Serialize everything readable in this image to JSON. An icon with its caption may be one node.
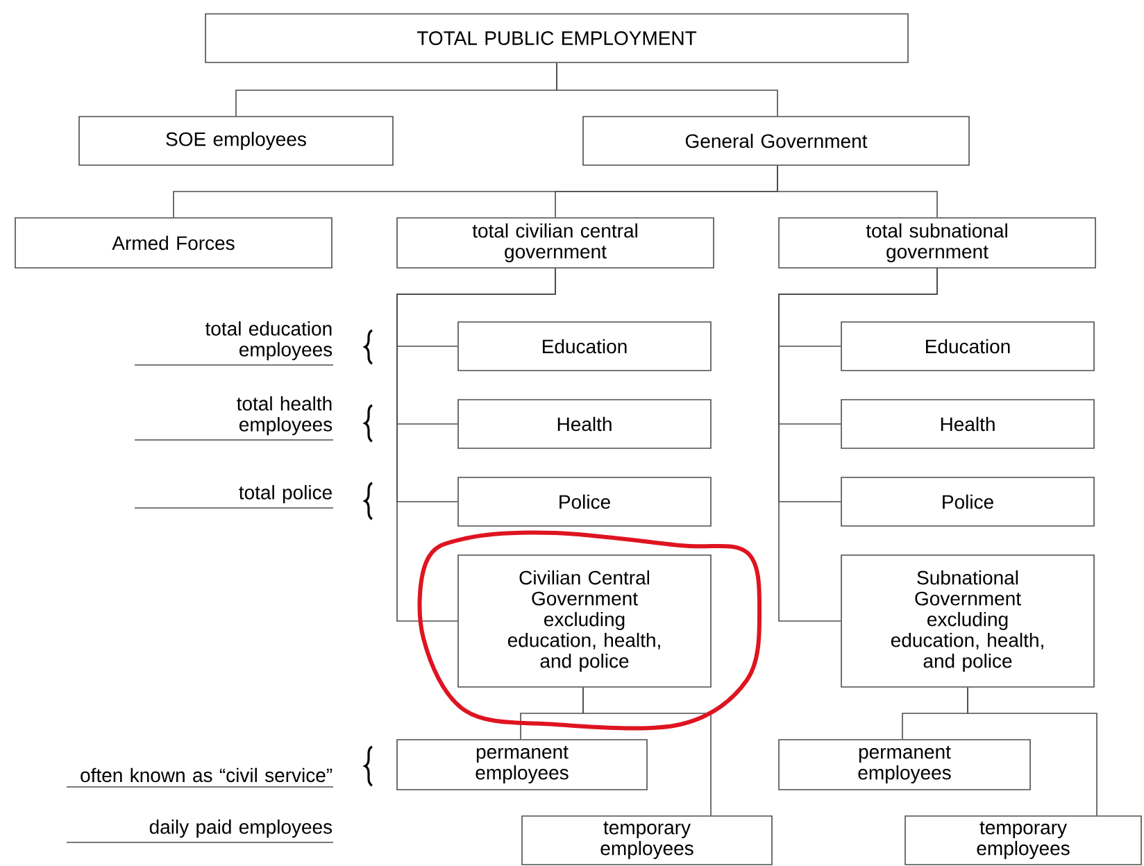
{
  "diagram": {
    "nodes": [
      {
        "text": [
          "TOTAL PUBLIC EMPLOYMENT"
        ]
      },
      {
        "text": [
          "SOE employees"
        ]
      },
      {
        "text": [
          "General Government"
        ]
      },
      {
        "text": [
          "Armed Forces"
        ]
      },
      {
        "text": [
          "total civilian central government"
        ]
      },
      {
        "text": [
          "total subnational government"
        ]
      },
      {
        "text": [
          "Education"
        ]
      },
      {
        "text": [
          "Health"
        ]
      },
      {
        "text": [
          "Police"
        ]
      },
      {
        "text": [
          "Civilian Central Government excluding education, health, and police"
        ]
      },
      {
        "text": [
          "Education"
        ]
      },
      {
        "text": [
          "Health"
        ]
      },
      {
        "text": [
          "Police"
        ]
      },
      {
        "text": [
          "Subnational Government excluding education, health, and police"
        ]
      },
      {
        "text": [
          "permanent employees"
        ]
      },
      {
        "text": [
          "temporary employees"
        ]
      },
      {
        "text": [
          "permanent employees"
        ]
      },
      {
        "text": [
          "temporary employees"
        ]
      }
    ],
    "edges": [
      {
        "from": 0,
        "to": 1,
        "arrow": "none"
      },
      {
        "from": 0,
        "to": 2,
        "arrow": "none"
      },
      {
        "from": 2,
        "to": 3,
        "arrow": "none"
      },
      {
        "from": 2,
        "to": 4,
        "arrow": "none"
      },
      {
        "from": 2,
        "to": 5,
        "arrow": "none"
      },
      {
        "from": 4,
        "to": 6,
        "arrow": "none"
      },
      {
        "from": 4,
        "to": 7,
        "arrow": "none"
      },
      {
        "from": 4,
        "to": 8,
        "arrow": "none"
      },
      {
        "from": 4,
        "to": 9,
        "arrow": "none"
      },
      {
        "from": 5,
        "to": 10,
        "arrow": "none"
      },
      {
        "from": 5,
        "to": 11,
        "arrow": "none"
      },
      {
        "from": 5,
        "to": 12,
        "arrow": "none"
      },
      {
        "from": 5,
        "to": 13,
        "arrow": "none"
      },
      {
        "from": 9,
        "to": 14,
        "arrow": "none"
      },
      {
        "from": 9,
        "to": 15,
        "arrow": "none"
      },
      {
        "from": 13,
        "to": 16,
        "arrow": "none"
      },
      {
        "from": 13,
        "to": 17,
        "arrow": "none"
      }
    ],
    "labels": [
      "total education employees",
      "total health employees",
      "total police",
      "often known as “civil service”",
      "daily paid employees"
    ]
  }
}
